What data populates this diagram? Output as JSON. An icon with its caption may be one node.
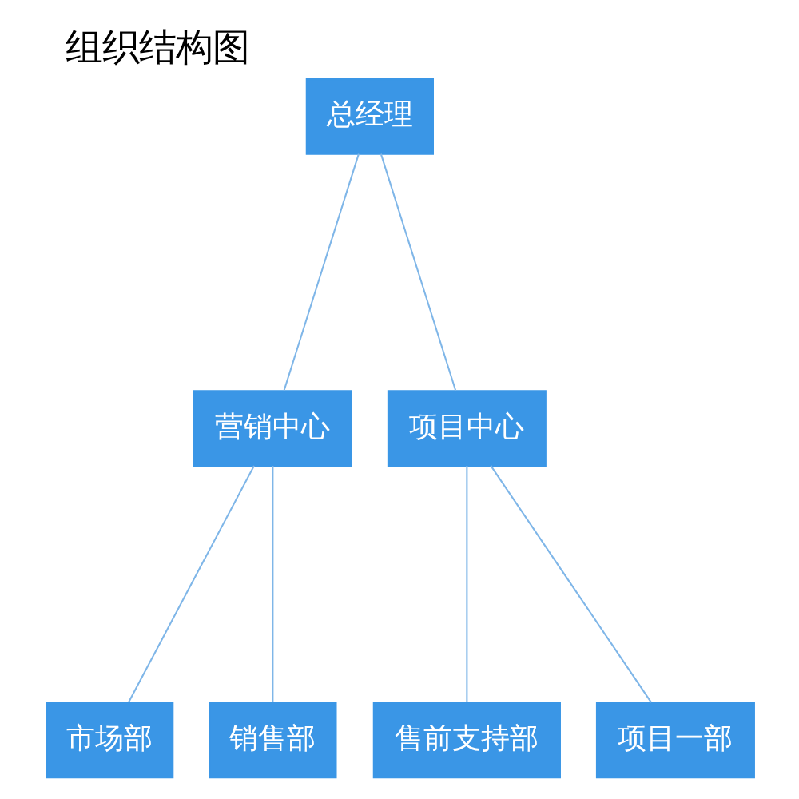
{
  "diagram": {
    "title": "组织结构图",
    "nodes": [
      {
        "text": [
          "总经理"
        ]
      },
      {
        "text": [
          "营销中心"
        ]
      },
      {
        "text": [
          "项目中心"
        ]
      },
      {
        "text": [
          "市场部"
        ]
      },
      {
        "text": [
          "销售部"
        ]
      },
      {
        "text": [
          "售前支持部"
        ]
      },
      {
        "text": [
          "项目一部"
        ]
      }
    ],
    "edges": [
      {
        "from": 0,
        "to": 1,
        "arrow": "none"
      },
      {
        "from": 0,
        "to": 2,
        "arrow": "none"
      },
      {
        "from": 1,
        "to": 3,
        "arrow": "none"
      },
      {
        "from": 1,
        "to": 4,
        "arrow": "none"
      },
      {
        "from": 2,
        "to": 5,
        "arrow": "none"
      },
      {
        "from": 2,
        "to": 6,
        "arrow": "none"
      }
    ]
  }
}
